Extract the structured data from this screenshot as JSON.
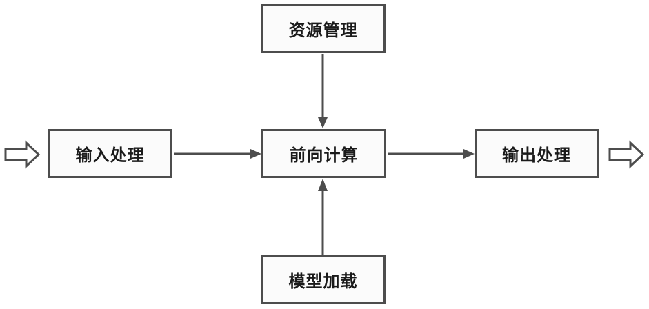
{
  "diagram": {
    "nodes": {
      "resource_management": {
        "label": "资源管理"
      },
      "input_processing": {
        "label": "输入处理"
      },
      "forward_computation": {
        "label": "前向计算"
      },
      "output_processing": {
        "label": "输出处理"
      },
      "model_loading": {
        "label": "模型加载"
      }
    },
    "connections": [
      {
        "from": "input_processing",
        "to": "forward_computation",
        "direction": "right"
      },
      {
        "from": "forward_computation",
        "to": "output_processing",
        "direction": "right"
      },
      {
        "from": "resource_management",
        "to": "forward_computation",
        "direction": "down"
      },
      {
        "from": "model_loading",
        "to": "forward_computation",
        "direction": "up"
      }
    ],
    "icons": {
      "input_flow": "block-arrow-right-icon",
      "output_flow": "block-arrow-right-icon"
    },
    "colors": {
      "line": "#4d4d4d",
      "text": "#1a1a1a",
      "node_fill": "#fbfbfb",
      "background": "#ffffff"
    }
  }
}
